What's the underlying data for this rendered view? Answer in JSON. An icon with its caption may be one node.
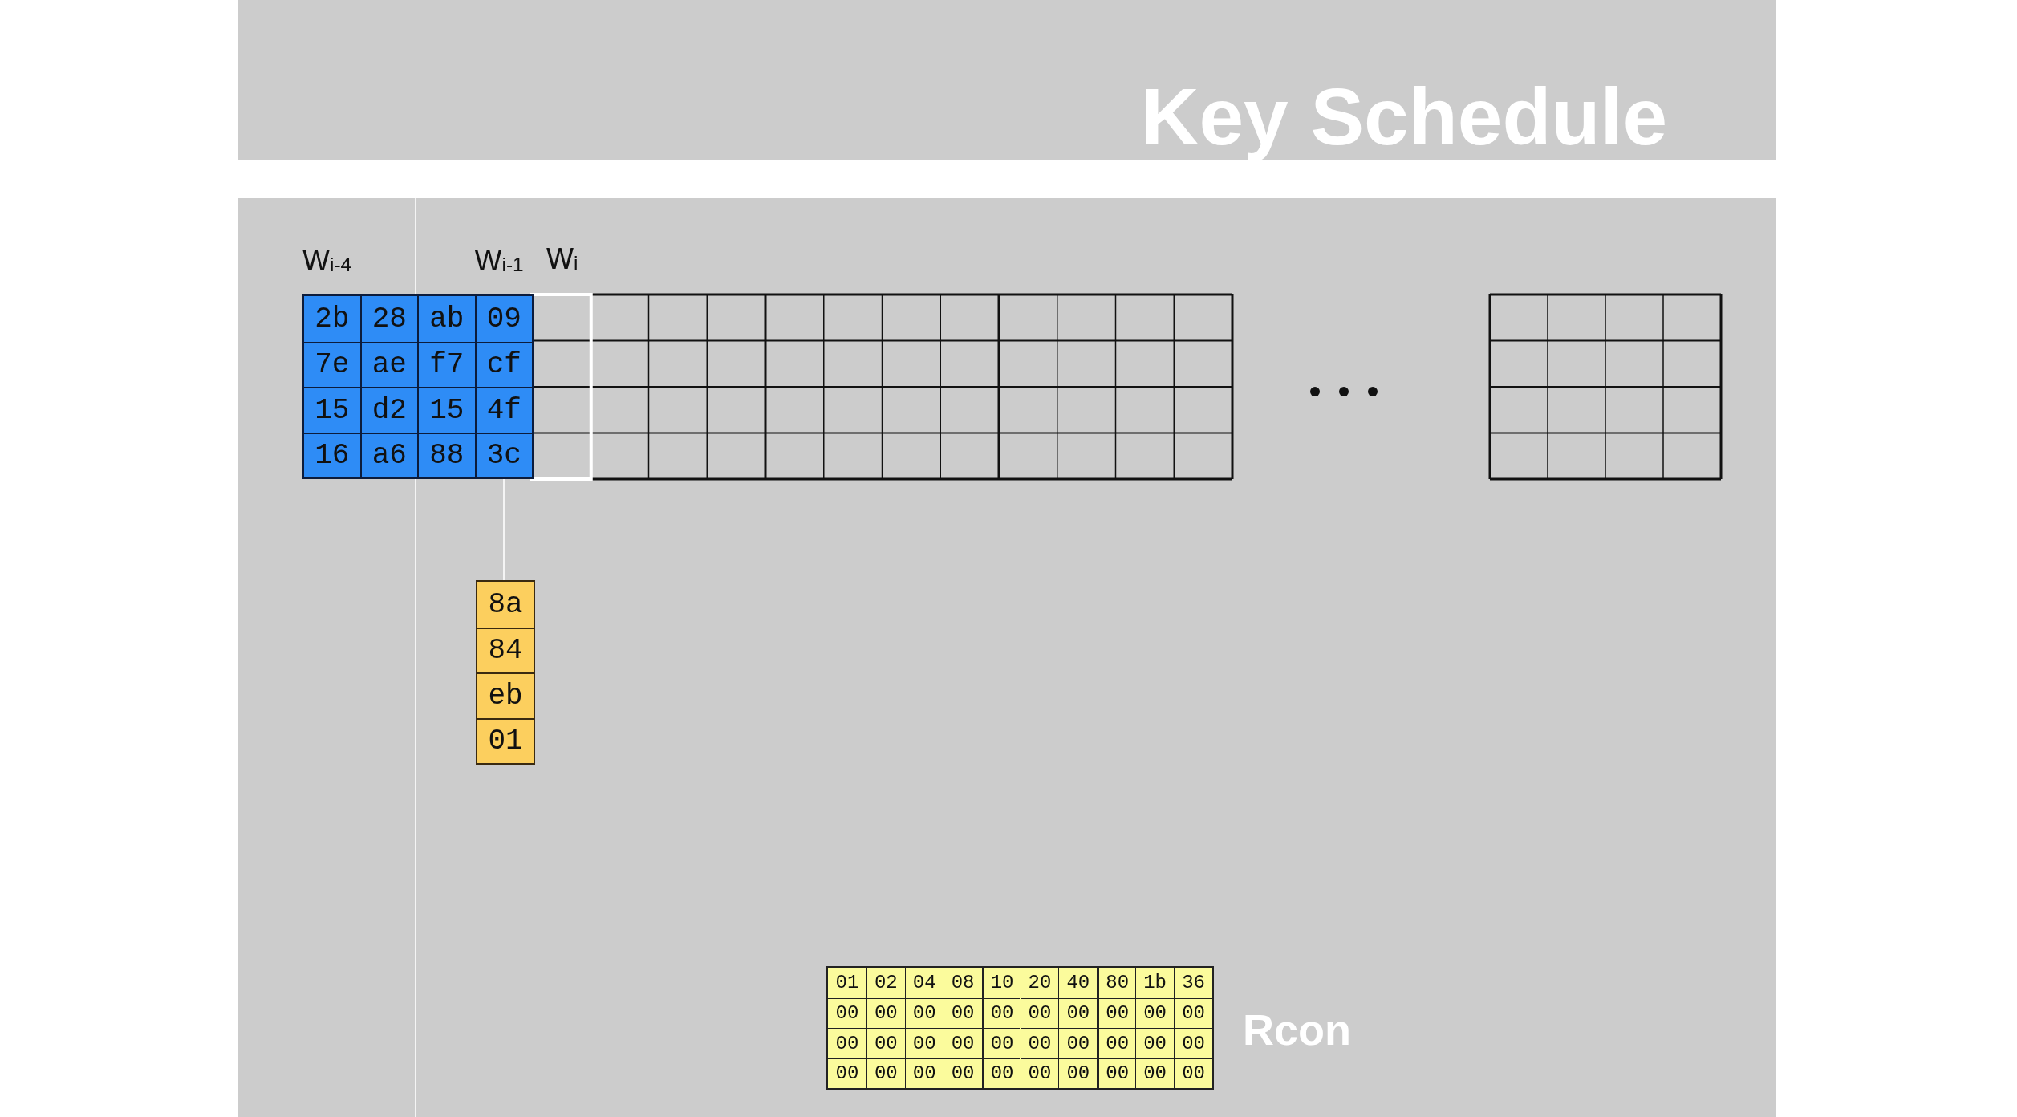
{
  "diagram": {
    "title": "Key Schedule",
    "nodes": [
      {
        "text": [
          "2b",
          "7e",
          "15",
          "16"
        ],
        "beside": [
          "W$_{i-4}$"
        ]
      },
      {
        "text": [
          "28",
          "ae",
          "d2",
          "a6"
        ]
      },
      {
        "text": [
          "ab",
          "f7",
          "15",
          "88"
        ]
      },
      {
        "text": [
          "09",
          "cf",
          "4f",
          "3c"
        ],
        "beside": [
          "W$_{i-1}$"
        ]
      },
      {
        "text": [
          "8a",
          "84",
          "eb",
          "01"
        ]
      }
    ],
    "edges": [
      {
        "from": 3,
        "to": 4,
        "arrow": "none"
      }
    ],
    "labels": [
      "W$_{i}$",
      "01",
      "02",
      "04",
      "08",
      "10",
      "20",
      "40",
      "80",
      "1b",
      "36",
      "00",
      "00",
      "00",
      "00",
      "00",
      "00",
      "00",
      "00",
      "00",
      "00",
      "00",
      "00",
      "00",
      "00",
      "00",
      "00",
      "00",
      "00",
      "00",
      "00",
      "00",
      "00",
      "00",
      "00",
      "00",
      "00",
      "00",
      "00",
      "00",
      "00",
      "Rcon"
    ]
  }
}
